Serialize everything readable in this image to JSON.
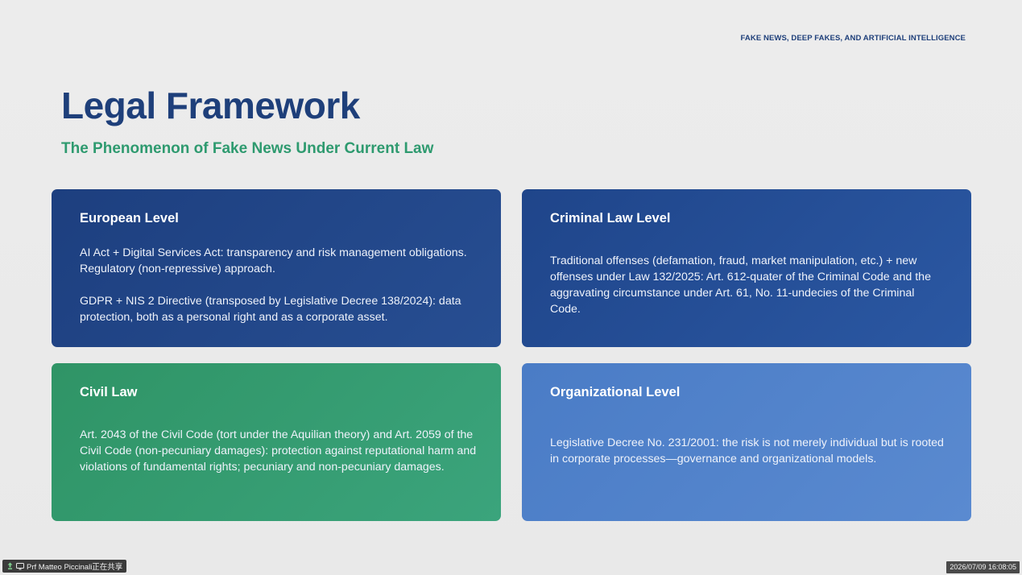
{
  "header": {
    "tag": "FAKE NEWS, DEEP FAKES, AND ARTIFICIAL INTELLIGENCE"
  },
  "slide": {
    "title": "Legal Framework",
    "subtitle": "The Phenomenon of Fake News Under Current Law"
  },
  "cards": [
    {
      "title": "European Level",
      "paragraphs": [
        "AI Act + Digital Services Act: transparency and risk management obligations. Regulatory (non-repressive) approach.",
        "GDPR + NIS 2 Directive (transposed by Legislative Decree 138/2024): data protection, both as a personal right and as a corporate asset."
      ],
      "color": "#1d3f7f"
    },
    {
      "title": "Criminal Law Level",
      "paragraphs": [
        "Traditional offenses (defamation, fraud, market manipulation, etc.) + new offenses under Law 132/2025: Art. 612-quater of the Criminal Code and the aggravating circumstance under Art. 61, No. 11-undecies of the Criminal Code."
      ],
      "color": "#1f458a"
    },
    {
      "title": "Civil Law",
      "paragraphs": [
        "Art. 2043 of the Civil Code (tort under the Aquilian theory) and Art. 2059 of the Civil Code (non-pecuniary damages): protection against reputational harm and violations of fundamental rights; pecuniary and non-pecuniary damages."
      ],
      "color": "#2f9466"
    },
    {
      "title": "Organizational Level",
      "paragraphs": [
        "Legislative Decree No. 231/2001: the risk is not merely individual but is rooted in corporate processes—governance and organizational models."
      ],
      "color": "#4a7cc6"
    }
  ],
  "overlay": {
    "presenter_label": "Prf Matteo Piccinali正在共享",
    "presenter_icons": [
      "pin-icon",
      "screen-share-icon"
    ],
    "timestamp": "2026/07/09 16:08:05"
  },
  "colors": {
    "title": "#1e3f7a",
    "subtitle": "#2e9a6f",
    "background": "#e9e9e9"
  }
}
